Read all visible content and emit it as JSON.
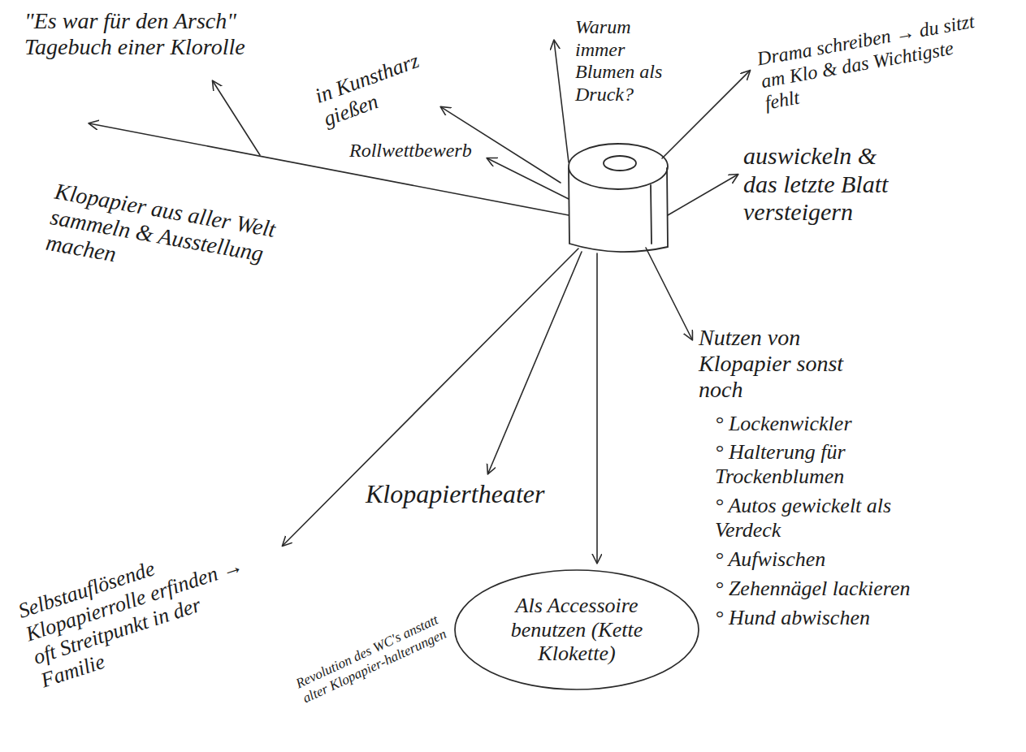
{
  "diagram": {
    "nodes": [
      {
        "text": [
          "Als Accessoire benutzen (Kette Klokette)"
        ]
      }
    ],
    "labels": [
      "\"Es war für den Arsch\" Tagebuch einer Klorolle",
      "in Kunstharz gießen",
      "Warum immer Blumen als Druck?",
      "Drama schreiben → du sitzt am Klo & das Wichtigste fehlt",
      "auswickeln & das letzte Blatt versteigern",
      "Rollwettbewerb",
      "Klopapier aus aller Welt sammeln & Ausstellung machen",
      "Nutzen von Klopapier sonst noch",
      "° Lockenwickler",
      "° Halterung für Trockenblumen",
      "° Autos gewickelt als Verdeck",
      "° Aufwischen",
      "° Zehennägel lackieren",
      "° Hund abwischen",
      "Klopapiertheater",
      "Revolution des WC's anstatt alter Klopapier-halterungen",
      "Selbstauflösende Klopapierrolle erfinden → oft Streitpunkt in der Familie"
    ]
  }
}
